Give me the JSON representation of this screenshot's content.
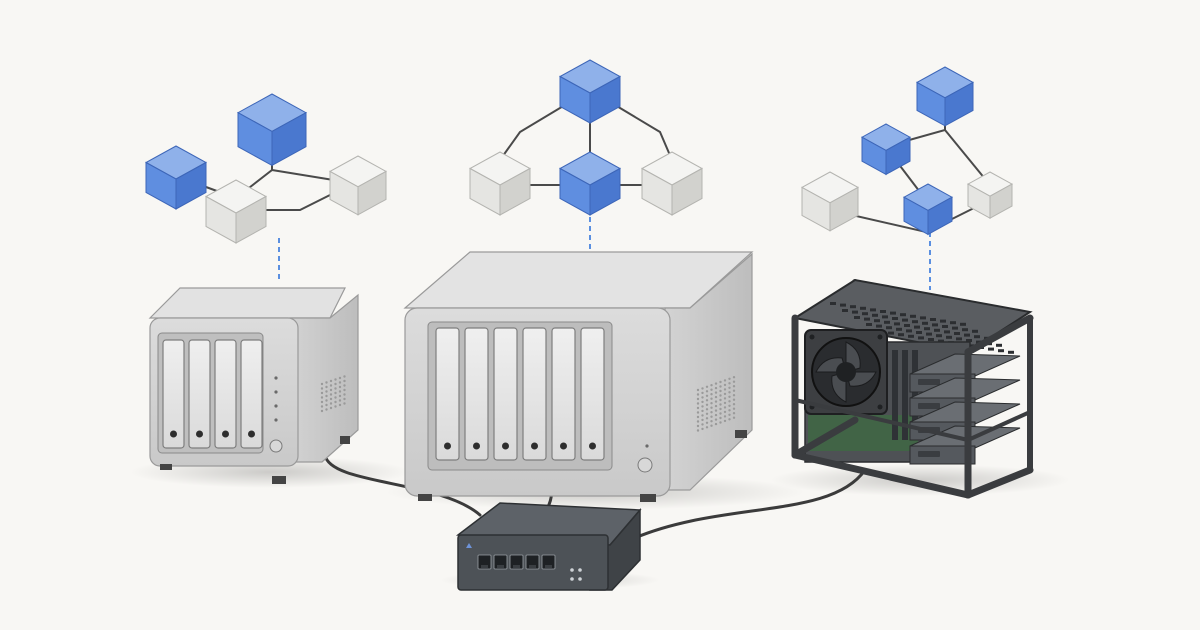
{
  "scene": {
    "background": "#f8f7f4",
    "colors": {
      "cube_blue_top": "#8fb1ea",
      "cube_blue_left": "#5f8ee0",
      "cube_blue_right": "#4a78cf",
      "cube_gray_top": "#f4f4f2",
      "cube_gray_left": "#e5e5e2",
      "cube_gray_right": "#d2d2ce",
      "link_line": "#4a4a4a",
      "dashed_link": "#5a8fe0",
      "nas_body": "#d6d6d6",
      "nas_front": "#cfcfcf",
      "drive_bay": "#e9e9e9",
      "switch_body": "#4d5257",
      "frame_dark": "#3a3c3f"
    },
    "devices": [
      {
        "id": "nas-small",
        "type": "nas",
        "bays": 4
      },
      {
        "id": "nas-large",
        "type": "nas",
        "bays": 6
      },
      {
        "id": "server-open-frame",
        "type": "open-frame-server",
        "drive_trays": 4
      },
      {
        "id": "network-switch",
        "type": "switch",
        "ports": 5
      }
    ],
    "clusters": [
      {
        "id": "cluster-left",
        "blue_nodes": 2,
        "gray_nodes": 2
      },
      {
        "id": "cluster-center",
        "blue_nodes": 2,
        "gray_nodes": 2
      },
      {
        "id": "cluster-right",
        "blue_nodes": 3,
        "gray_nodes": 2
      }
    ]
  }
}
